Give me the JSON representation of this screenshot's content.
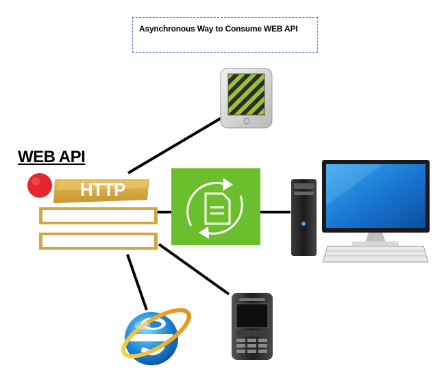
{
  "diagram": {
    "title": "Asynchronous Way to Consume WEB API",
    "server_label": "WEB API",
    "protocol_label": "HTTP"
  },
  "nodes": [
    {
      "name": "tablet",
      "icon": "tablet-icon"
    },
    {
      "name": "desktop-computer",
      "icon": "desktop-computer-icon"
    },
    {
      "name": "mobile-phone",
      "icon": "mobile-phone-icon"
    },
    {
      "name": "web-browser",
      "icon": "internet-explorer-icon"
    }
  ],
  "center": {
    "icon": "async-document-sync-icon"
  },
  "colors": {
    "async_green": "#6cbf2c",
    "http_gold": "#d4a642",
    "status_red": "#e8252e",
    "title_border": "#4a78c2",
    "screen_blue": "#1565c8",
    "tablet_stripe": "#8fb52a"
  }
}
